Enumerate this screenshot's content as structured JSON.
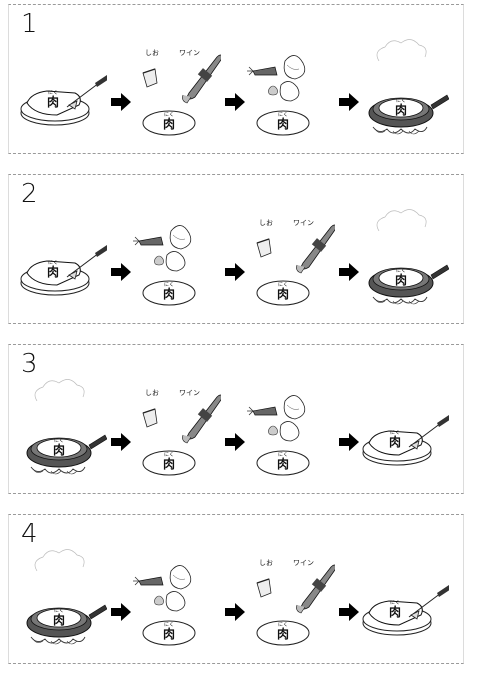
{
  "labels": {
    "meat": "肉",
    "meat_reading": "にく",
    "salt": "しお",
    "wine": "ワイン"
  },
  "panels": [
    {
      "number": "1",
      "steps": [
        "cut",
        "season",
        "veggies",
        "fry"
      ]
    },
    {
      "number": "2",
      "steps": [
        "cut",
        "veggies",
        "season",
        "fry"
      ]
    },
    {
      "number": "3",
      "steps": [
        "fry",
        "season",
        "veggies",
        "cut"
      ]
    },
    {
      "number": "4",
      "steps": [
        "fry",
        "veggies",
        "season",
        "cut"
      ]
    }
  ]
}
